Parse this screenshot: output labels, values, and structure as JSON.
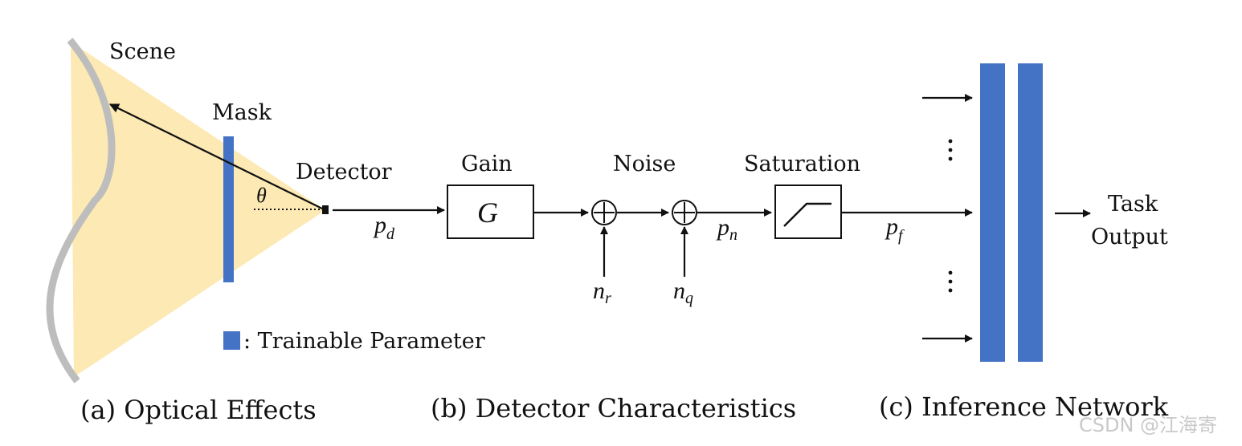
{
  "colors": {
    "cone_fill": "#fde9b4",
    "scene_curve": "#bdbdbd",
    "trainable_blue": "#4472c4",
    "ink": "#111111",
    "watermark": "#c9c9c9"
  },
  "optical": {
    "scene_label": "Scene",
    "mask_label": "Mask",
    "angle_symbol": "θ",
    "detector_label": "Detector",
    "legend_text": ": Trainable Parameter",
    "caption": "(a) Optical Effects"
  },
  "detector": {
    "pd_main": "p",
    "pd_sub": "d",
    "gain_label": "Gain",
    "gain_symbol": "G",
    "noise_label": "Noise",
    "nr_main": "n",
    "nr_sub": "r",
    "nq_main": "n",
    "nq_sub": "q",
    "pn_main": "p",
    "pn_sub": "n",
    "saturation_label": "Saturation",
    "caption": "(b) Detector Characteristics"
  },
  "inference": {
    "pf_main": "p",
    "pf_sub": "f",
    "ellipsis_icon": "vertical-ellipsis",
    "output_line1": "Task",
    "output_line2": "Output",
    "caption": "(c) Inference Network"
  },
  "watermark": "CSDN @江海寄"
}
